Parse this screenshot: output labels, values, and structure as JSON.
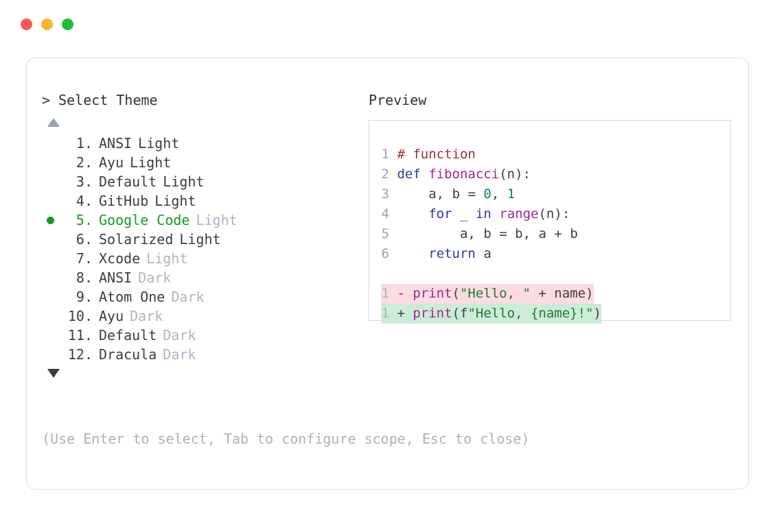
{
  "window": {
    "traffic_lights": [
      {
        "name": "close-button",
        "color": "#f55a52"
      },
      {
        "name": "minimize-button",
        "color": "#f5b82e"
      },
      {
        "name": "maximize-button",
        "color": "#21bb39"
      }
    ]
  },
  "selector": {
    "prompt_symbol": "> ",
    "title": "Select Theme",
    "scroll_up_indicator": "▲",
    "scroll_down_indicator": "▼",
    "selected_index": 5,
    "bullet_glyph": "●",
    "number_separator": ".",
    "items": [
      {
        "number": "1",
        "name": "ANSI",
        "variant": "Light",
        "variant_muted": false,
        "selected": false
      },
      {
        "number": "2",
        "name": "Ayu",
        "variant": "Light",
        "variant_muted": false,
        "selected": false
      },
      {
        "number": "3",
        "name": "Default",
        "variant": "Light",
        "variant_muted": false,
        "selected": false
      },
      {
        "number": "4",
        "name": "GitHub",
        "variant": "Light",
        "variant_muted": false,
        "selected": false
      },
      {
        "number": "5",
        "name": "Google Code",
        "variant": "Light",
        "variant_muted": true,
        "selected": true
      },
      {
        "number": "6",
        "name": "Solarized",
        "variant": "Light",
        "variant_muted": false,
        "selected": false
      },
      {
        "number": "7",
        "name": "Xcode",
        "variant": "Light",
        "variant_muted": true,
        "selected": false
      },
      {
        "number": "8",
        "name": "ANSI",
        "variant": "Dark",
        "variant_muted": true,
        "selected": false
      },
      {
        "number": "9",
        "name": "Atom One",
        "variant": "Dark",
        "variant_muted": true,
        "selected": false
      },
      {
        "number": "10",
        "name": "Ayu",
        "variant": "Dark",
        "variant_muted": true,
        "selected": false
      },
      {
        "number": "11",
        "name": "Default",
        "variant": "Dark",
        "variant_muted": true,
        "selected": false
      },
      {
        "number": "12",
        "name": "Dracula",
        "variant": "Dark",
        "variant_muted": true,
        "selected": false
      }
    ]
  },
  "preview": {
    "title": "Preview",
    "code_lines": [
      {
        "ln": "1",
        "text": "# function"
      },
      {
        "ln": "2",
        "text": "def fibonacci(n):"
      },
      {
        "ln": "3",
        "text": "    a, b = 0, 1"
      },
      {
        "ln": "4",
        "text": "    for _ in range(n):"
      },
      {
        "ln": "5",
        "text": "        a, b = b, a + b"
      },
      {
        "ln": "6",
        "text": "    return a"
      }
    ],
    "diff_lines": [
      {
        "ln": "1",
        "sign": "-",
        "text": "print(\"Hello, \" + name)",
        "kind": "deletion"
      },
      {
        "ln": "1",
        "sign": "+",
        "text": "print(f\"Hello, {name}!\")",
        "kind": "addition"
      }
    ]
  },
  "hint": "(Use Enter to select, Tab to configure scope, Esc to close)",
  "colors": {
    "accent_selected": "#179a1f",
    "muted_text": "#adb4c3",
    "body_text": "#3a3d42",
    "border": "#dcdfe6",
    "preview_border": "#d6dae4",
    "diff_delete_bg": "#fadce1",
    "diff_add_bg": "#cdecd8",
    "comment": "#9c2f2f",
    "keyword": "#2b34b8",
    "function": "#a2248f",
    "number": "#0f7a6e",
    "string": "#1f7a2e",
    "line_number": "#9ba2b0"
  }
}
